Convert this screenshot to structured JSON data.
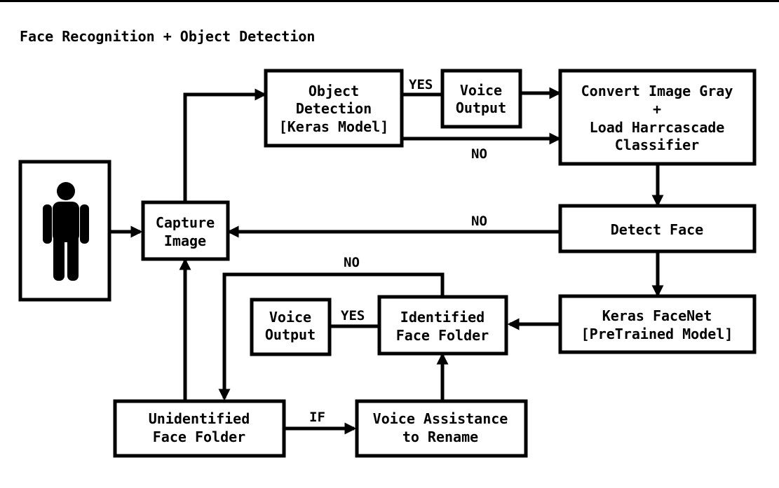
{
  "title": "Face Recognition + Object Detection",
  "nodes": {
    "capture": [
      "Capture",
      "Image"
    ],
    "object": [
      "Object",
      "Detection",
      "[Keras Model]"
    ],
    "voice_top": [
      "Voice",
      "Output"
    ],
    "convert": [
      "Convert Image Gray",
      "+",
      "Load Harrcascade",
      "Classifier"
    ],
    "detect": [
      "Detect Face"
    ],
    "facenet": [
      "Keras FaceNet",
      "[PreTrained Model]"
    ],
    "identified": [
      "Identified",
      "Face Folder"
    ],
    "voice_bottom": [
      "Voice",
      "Output"
    ],
    "unidentified": [
      "Unidentified",
      "Face Folder"
    ],
    "rename": [
      "Voice Assistance",
      "to Rename"
    ]
  },
  "edges": {
    "yes_top": "YES",
    "no_top": "NO",
    "no_detect": "NO",
    "no_identified": "NO",
    "yes_bottom": "YES",
    "if": "IF"
  },
  "icons": {
    "person": "person-icon"
  },
  "colors": {
    "stroke": "#000000",
    "background": "#ffffff"
  }
}
